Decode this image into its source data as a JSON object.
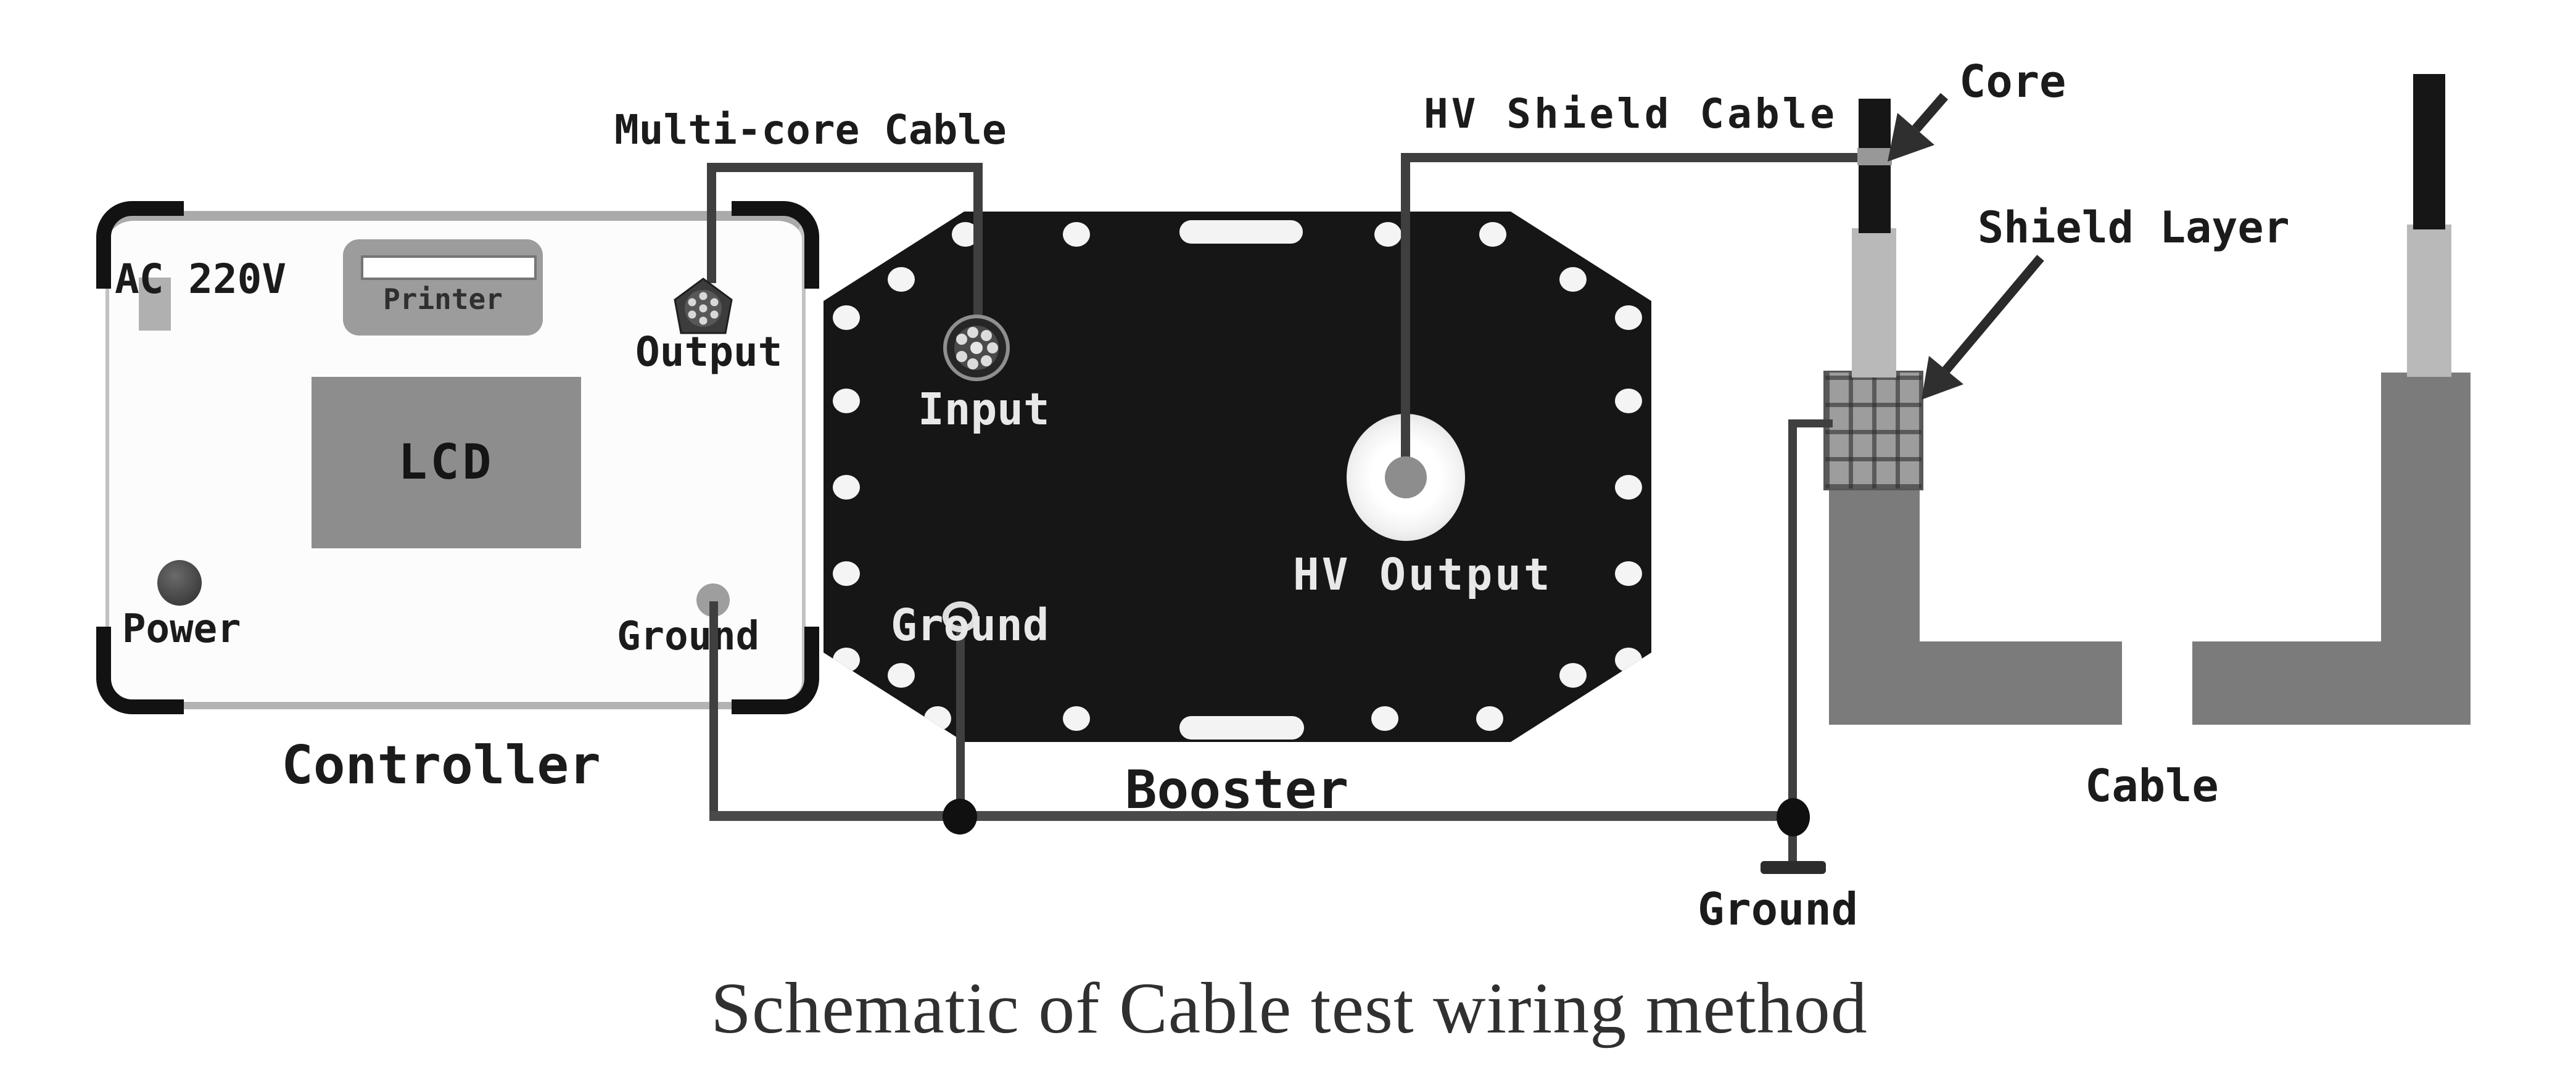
{
  "caption": "Schematic of Cable test wiring method",
  "controller": {
    "name": "Controller",
    "ac_power": "AC 220V",
    "printer": "Printer",
    "lcd": "LCD",
    "power": "Power",
    "output": "Output",
    "ground": "Ground"
  },
  "booster": {
    "name": "Booster",
    "input": "Input",
    "hv_output": "HV Output",
    "ground": "Ground"
  },
  "wiring": {
    "multicore": "Multi-core Cable",
    "hv_shield": "HV Shield Cable",
    "ground": "Ground"
  },
  "cable": {
    "name": "Cable",
    "core": "Core",
    "shield_layer": "Shield Layer"
  },
  "colors": {
    "booster_body": "#161616",
    "cable_body": "#7b7b7b",
    "insulation": "#b9b9b9",
    "core": "#161616",
    "wire": "#3f3f3f",
    "panel_gray": "#9c9c9c",
    "caption_text": "#303030"
  }
}
